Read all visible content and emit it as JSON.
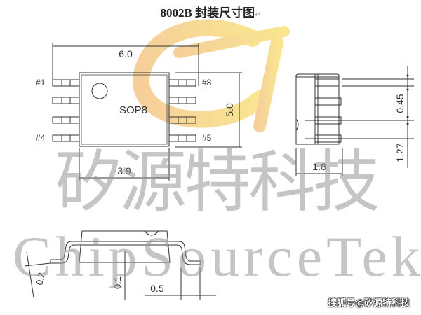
{
  "title": {
    "text": "8002B 封装尺寸图",
    "return_mark": "↵"
  },
  "watermarks": {
    "logo_colors": [
      "#f7d96b",
      "#f3b66e"
    ],
    "chinese_text": "矽源特科技",
    "english_text": "ChipSourceTek"
  },
  "top_view": {
    "package_label": "SOP8",
    "pin_labels": {
      "pin1": "#1",
      "pin4": "#4",
      "pin5": "#5",
      "pin8": "#8"
    },
    "dim_overall_width": "6.0",
    "dim_body_height": "5.0",
    "dim_body_width": "3.9"
  },
  "side_view": {
    "dim_thickness": "1.8",
    "dim_lead_width": "0.45",
    "dim_pitch": "1.27"
  },
  "front_view": {
    "dim_lead_thickness": "0.2",
    "dim_standoff": "0.1",
    "dim_foot_length": "0.5"
  },
  "credit": "搜狐号@矽源特科技"
}
